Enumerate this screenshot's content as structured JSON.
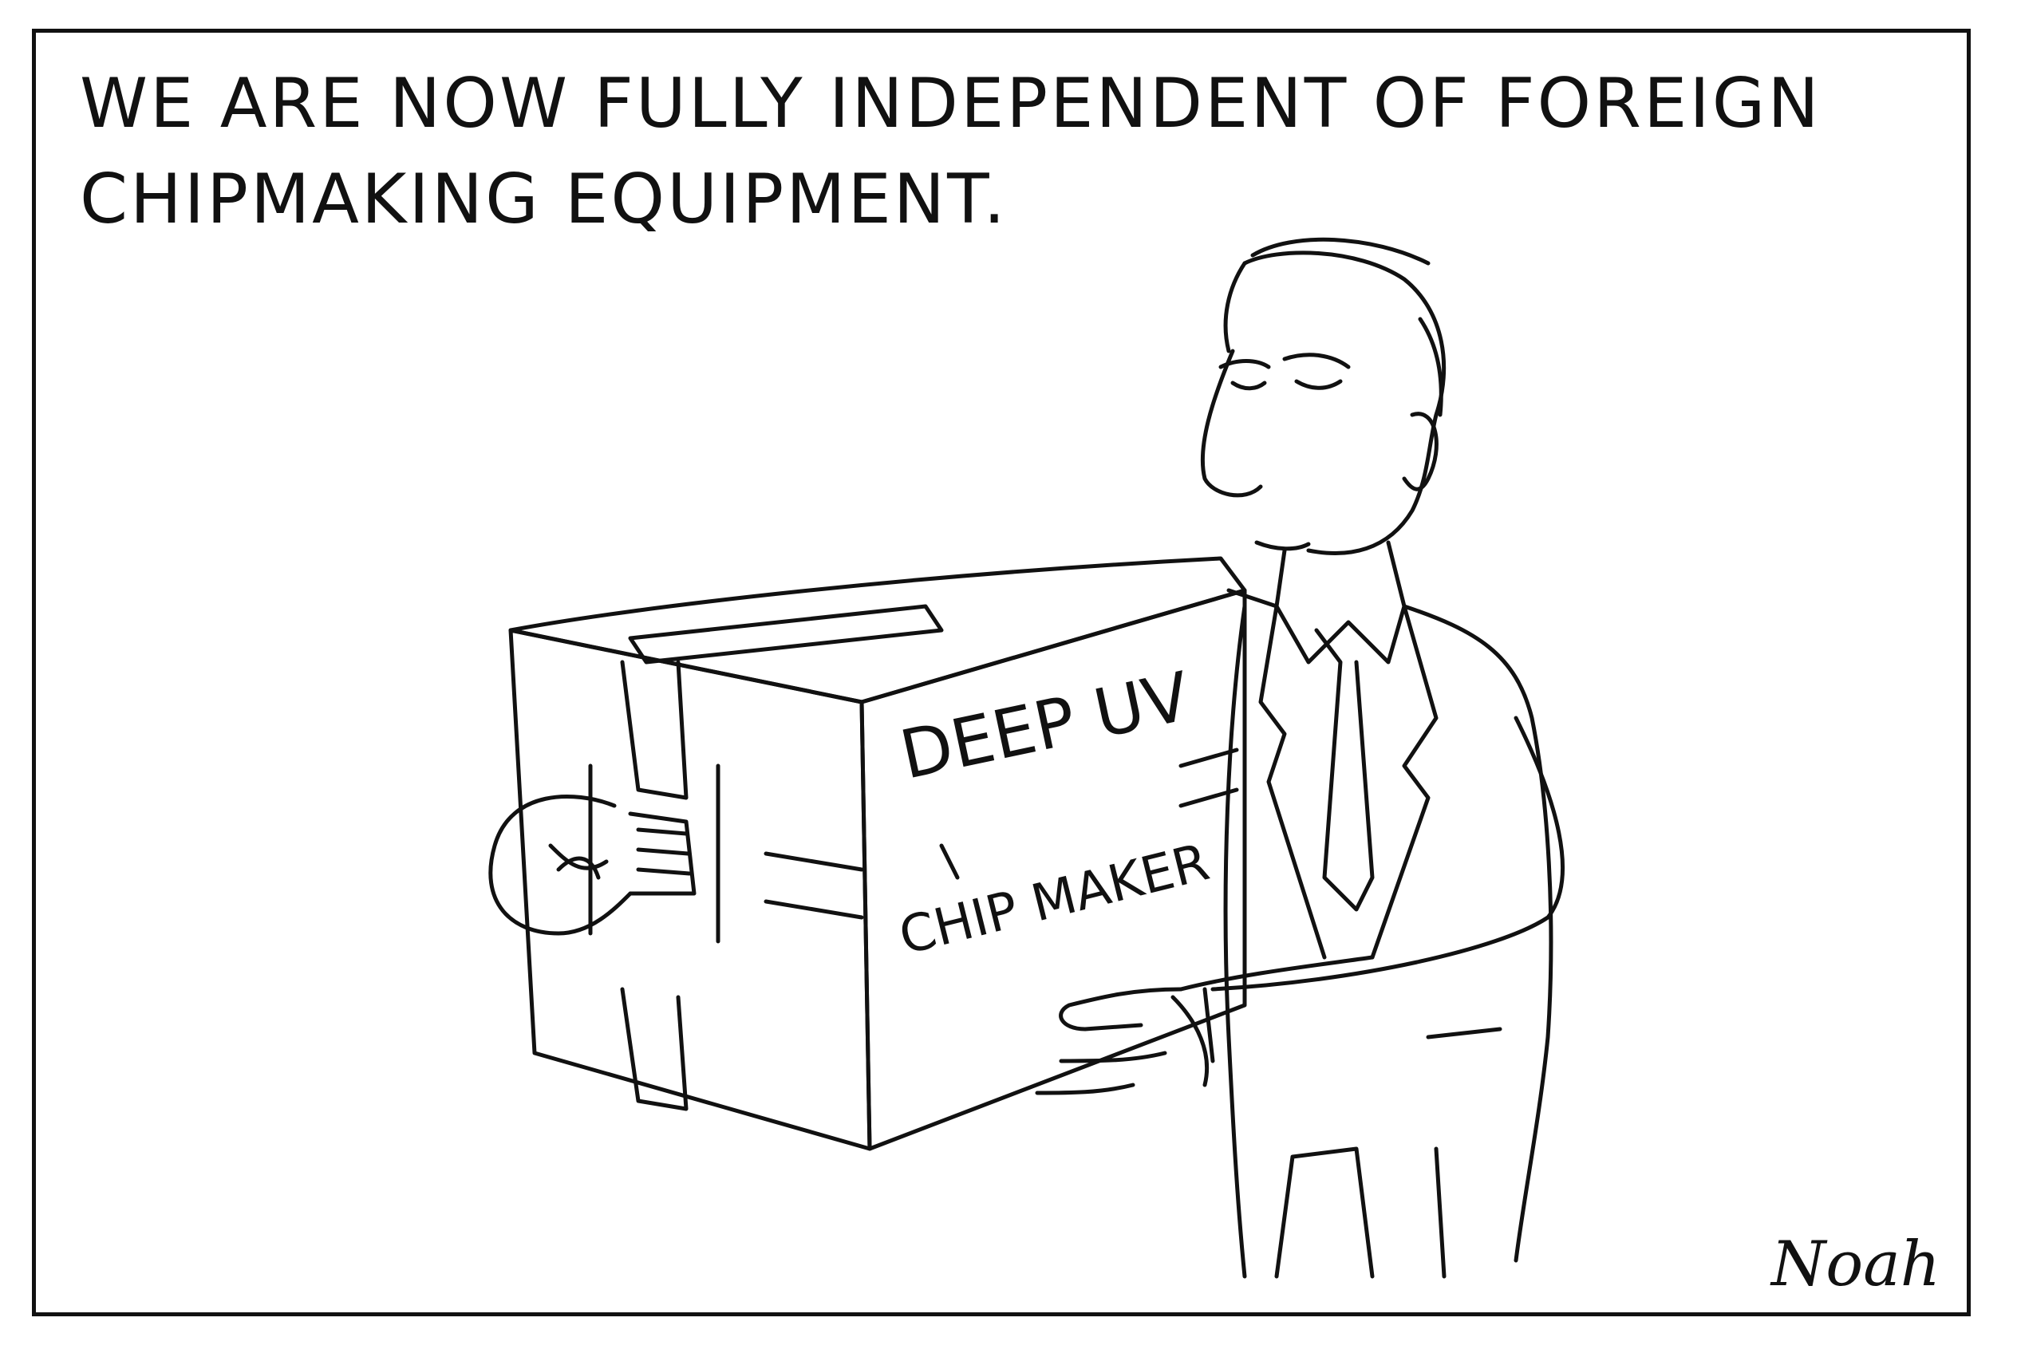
{
  "caption": "WE ARE NOW FULLY INDEPENDENT OF FOREIGN CHIPMAKING EQUIPMENT.",
  "box": {
    "line1": "DEEP UV",
    "line2": "CHIP MAKER"
  },
  "signature": "Noah",
  "colors": {
    "ink": "#111111",
    "paper": "#ffffff"
  },
  "icons": [
    "light-bulb-icon"
  ]
}
